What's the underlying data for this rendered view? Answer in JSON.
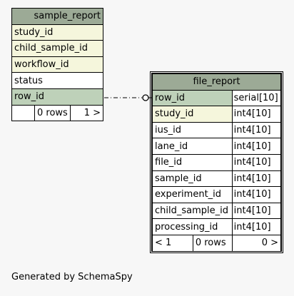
{
  "sample_report": {
    "title": "sample_report",
    "columns": [
      {
        "name": "study_id",
        "kind": "fk"
      },
      {
        "name": "child_sample_id",
        "kind": "fk"
      },
      {
        "name": "workflow_id",
        "kind": "fk"
      },
      {
        "name": "status",
        "kind": "plain"
      },
      {
        "name": "row_id",
        "kind": "pk"
      }
    ],
    "footer": {
      "left": "",
      "rows": "0 rows",
      "right": "1 >"
    }
  },
  "file_report": {
    "title": "file_report",
    "columns": [
      {
        "name": "row_id",
        "type": "serial[10]",
        "kind": "pk"
      },
      {
        "name": "study_id",
        "type": "int4[10]",
        "kind": "fk"
      },
      {
        "name": "ius_id",
        "type": "int4[10]",
        "kind": "plain"
      },
      {
        "name": "lane_id",
        "type": "int4[10]",
        "kind": "plain"
      },
      {
        "name": "file_id",
        "type": "int4[10]",
        "kind": "plain"
      },
      {
        "name": "sample_id",
        "type": "int4[10]",
        "kind": "plain"
      },
      {
        "name": "experiment_id",
        "type": "int4[10]",
        "kind": "plain"
      },
      {
        "name": "child_sample_id",
        "type": "int4[10]",
        "kind": "plain"
      },
      {
        "name": "processing_id",
        "type": "int4[10]",
        "kind": "plain"
      }
    ],
    "footer": {
      "left": "< 1",
      "rows": "0 rows",
      "right": "0 >"
    }
  },
  "generated_by": "Generated by SchemaSpy"
}
